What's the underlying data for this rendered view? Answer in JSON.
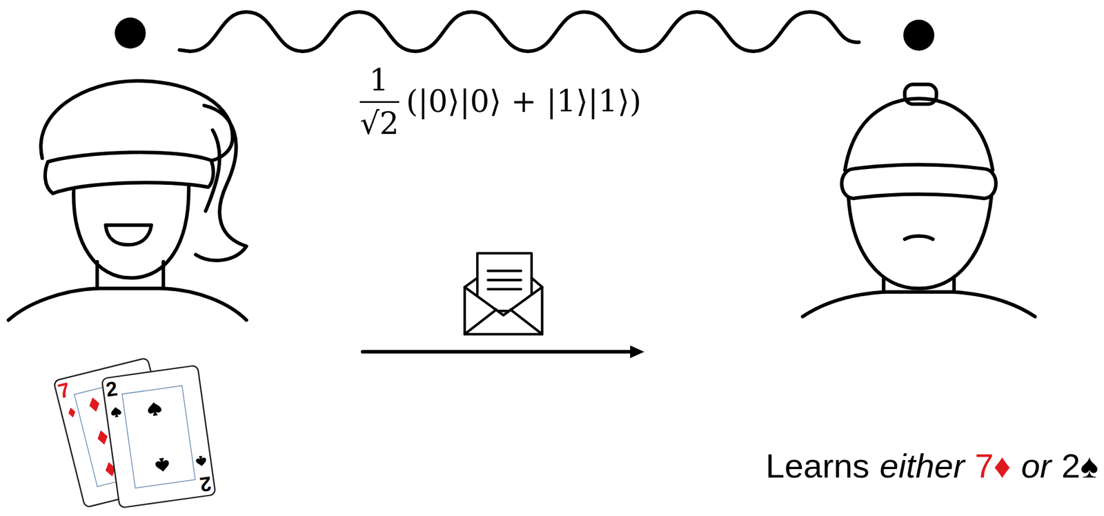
{
  "diagram": {
    "labels": [
      "1",
      "√2",
      "(|0⟩|0⟩ + |1⟩|1⟩)",
      "7",
      "2",
      "2",
      "Learns",
      "either",
      "7♦",
      "or",
      "2♠"
    ]
  }
}
